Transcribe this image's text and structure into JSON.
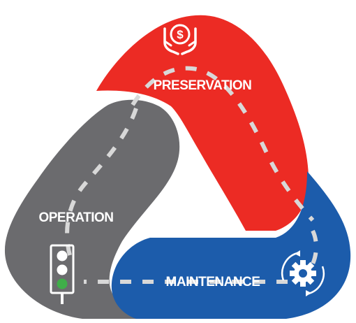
{
  "segments": {
    "preservation": {
      "label": "PRESERVATION",
      "color": "#ec2b24",
      "icon": "hands-dollar-icon"
    },
    "maintenance": {
      "label": "MAINTENANCE",
      "color": "#1c5cab",
      "icon": "cycle-gear-icon"
    },
    "operation": {
      "label": "OPERATION",
      "color": "#6b6b6e",
      "icon": "traffic-light-icon"
    }
  },
  "icon_glyphs": {
    "dollar": "$"
  },
  "road_dash_color": "#d8d8d8",
  "traffic_light_go_color": "#3fae49"
}
